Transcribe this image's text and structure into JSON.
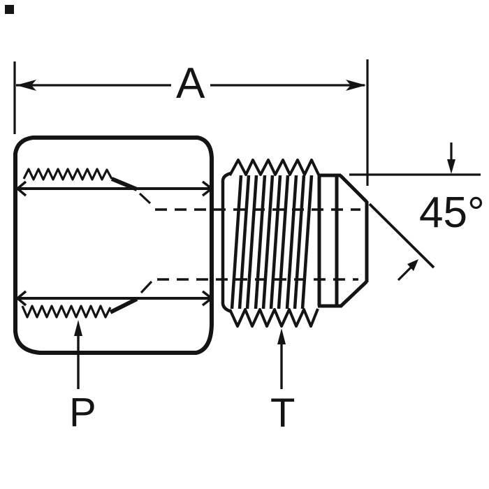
{
  "page": {
    "background": "#ffffff",
    "ink": "#141414"
  },
  "diagram": {
    "labels": {
      "dimension_a": "A",
      "angle": "45°",
      "port": "P",
      "thread": "T"
    }
  }
}
